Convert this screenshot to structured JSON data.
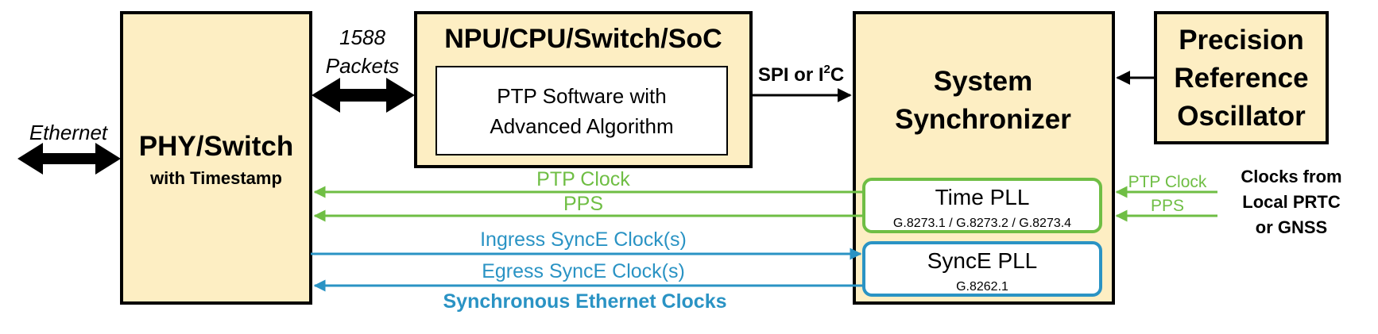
{
  "ethernet": {
    "label": "Ethernet"
  },
  "phy": {
    "title": "PHY/Switch",
    "subtitle": "with Timestamp"
  },
  "packets": {
    "line1": "1588",
    "line2": "Packets"
  },
  "npu": {
    "title": "NPU/CPU/Switch/SoC",
    "inner_line1": "PTP Software with",
    "inner_line2": "Advanced Algorithm"
  },
  "spi": {
    "prefix": "SPI or I",
    "sup": "2",
    "suffix": "C"
  },
  "sync": {
    "title_line1": "System",
    "title_line2": "Synchronizer",
    "time_pll": {
      "title": "Time PLL",
      "standards": "G.8273.1 / G.8273.2 / G.8273.4"
    },
    "synce_pll": {
      "title": "SyncE PLL",
      "standard": "G.8262.1"
    }
  },
  "oscillator": {
    "line1": "Precision",
    "line2": "Reference",
    "line3": "Oscillator"
  },
  "signals": {
    "ptp_clock": "PTP Clock",
    "pps": "PPS",
    "ingress": "Ingress SyncE Clock(s)",
    "egress": "Egress SyncE Clock(s)",
    "synchronous_ethernet": "Synchronous Ethernet Clocks",
    "ext_ptp_clock": "PTP Clock",
    "ext_pps": "PPS"
  },
  "external": {
    "line1": "Clocks from",
    "line2": "Local PRTC",
    "line3": "or GNSS"
  },
  "colors": {
    "box_fill": "#fdeec3",
    "stroke": "#000000",
    "green": "#6fbe44",
    "blue": "#2a93c4"
  }
}
